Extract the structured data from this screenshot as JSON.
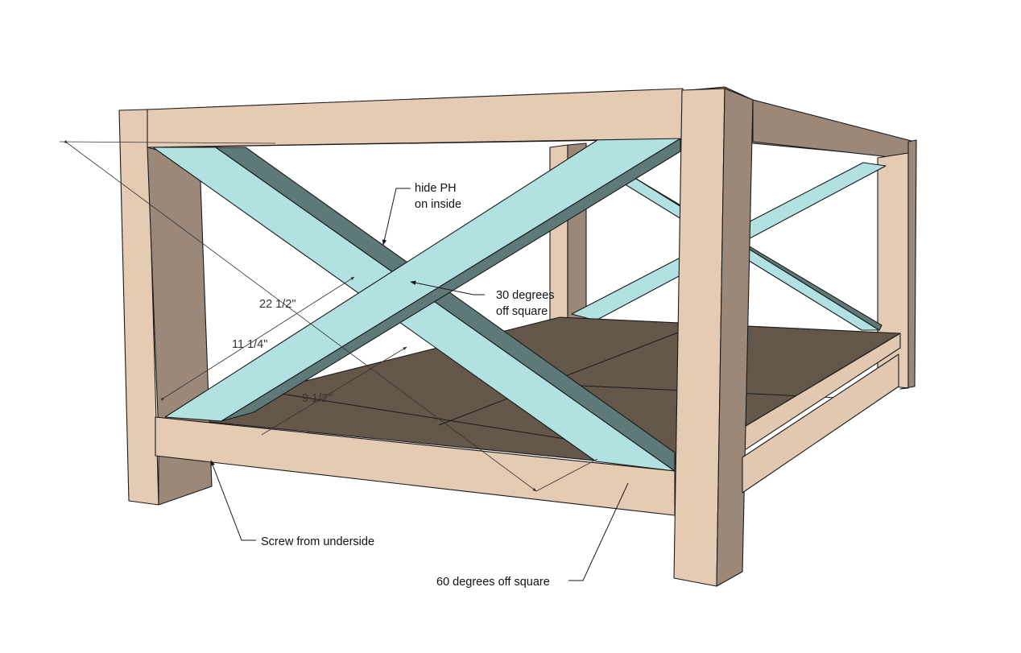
{
  "annotations": {
    "hide_ph": [
      "hide PH",
      "on inside"
    ],
    "thirty_deg": [
      "30 degrees",
      "off square"
    ],
    "screw_underside": "Screw from underside",
    "sixty_deg": "60 degrees off square"
  },
  "dimensions": {
    "diagonal": "22 1/2\"",
    "half_diagonal": "11 1/4\"",
    "gap": "9 1/2\""
  },
  "colors": {
    "leg_front": "#e5cbb4",
    "leg_side": "#9c8878",
    "rail_top": "#e5cbb4",
    "rail_back": "#9c8878",
    "x_brace_face": "#b2e1e1",
    "x_brace_edge": "#5e7a78",
    "shelf_top": "#645649",
    "shelf_edge": "#e2c8b1",
    "outline": "#1a1a1a"
  }
}
